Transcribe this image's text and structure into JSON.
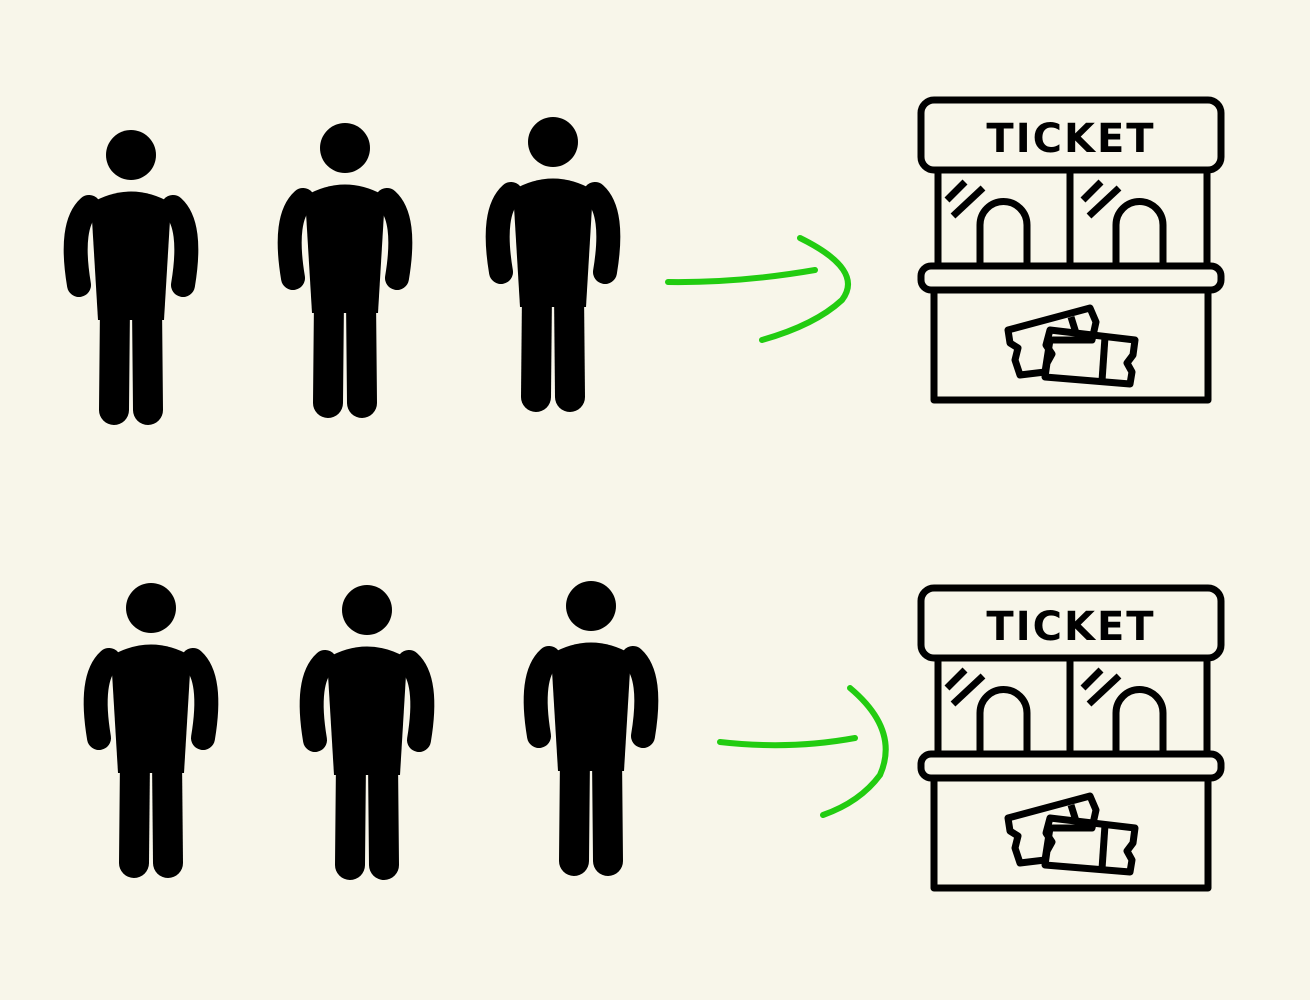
{
  "background": "#f8f6ea",
  "colors": {
    "ink": "#000000",
    "arrow": "#22cc11"
  },
  "rows": [
    {
      "people_count": 3,
      "booth": {
        "label": "TICKET"
      },
      "arrow_icon": "curved-arrow-right"
    },
    {
      "people_count": 3,
      "booth": {
        "label": "TICKET"
      },
      "arrow_icon": "curved-arrow-right"
    }
  ]
}
